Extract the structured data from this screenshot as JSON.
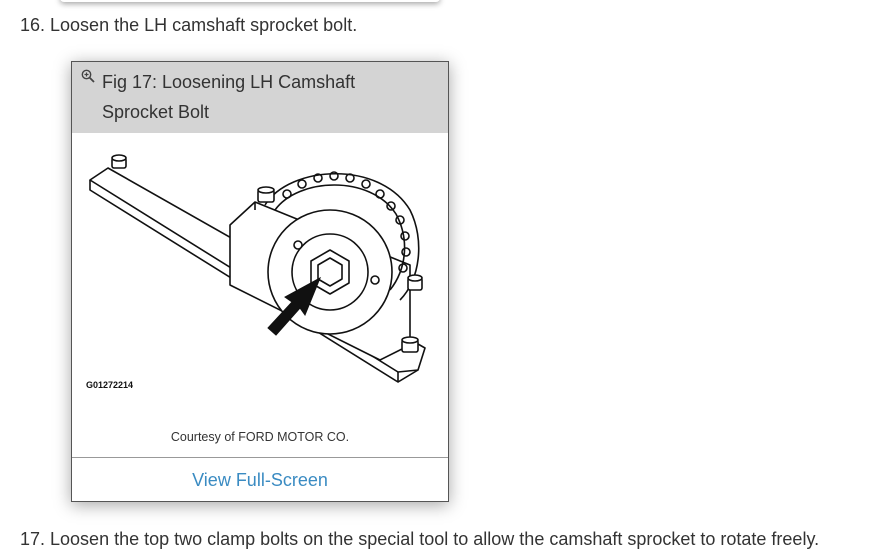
{
  "steps": {
    "step16": "16. Loosen the LH camshaft sprocket bolt.",
    "step17": "17. Loosen the top two clamp bolts on the special tool to allow the camshaft sprocket to rotate freely."
  },
  "figure": {
    "title": "Fig 17: Loosening LH Camshaft Sprocket Bolt",
    "code": "G01272214",
    "courtesy": "Courtesy of FORD MOTOR CO.",
    "view_label": "View Full-Screen",
    "zoom_icon": "zoom-in-icon"
  },
  "colors": {
    "header_bg": "#d4d4d4",
    "link": "#3a8bc2",
    "text": "#333333"
  }
}
